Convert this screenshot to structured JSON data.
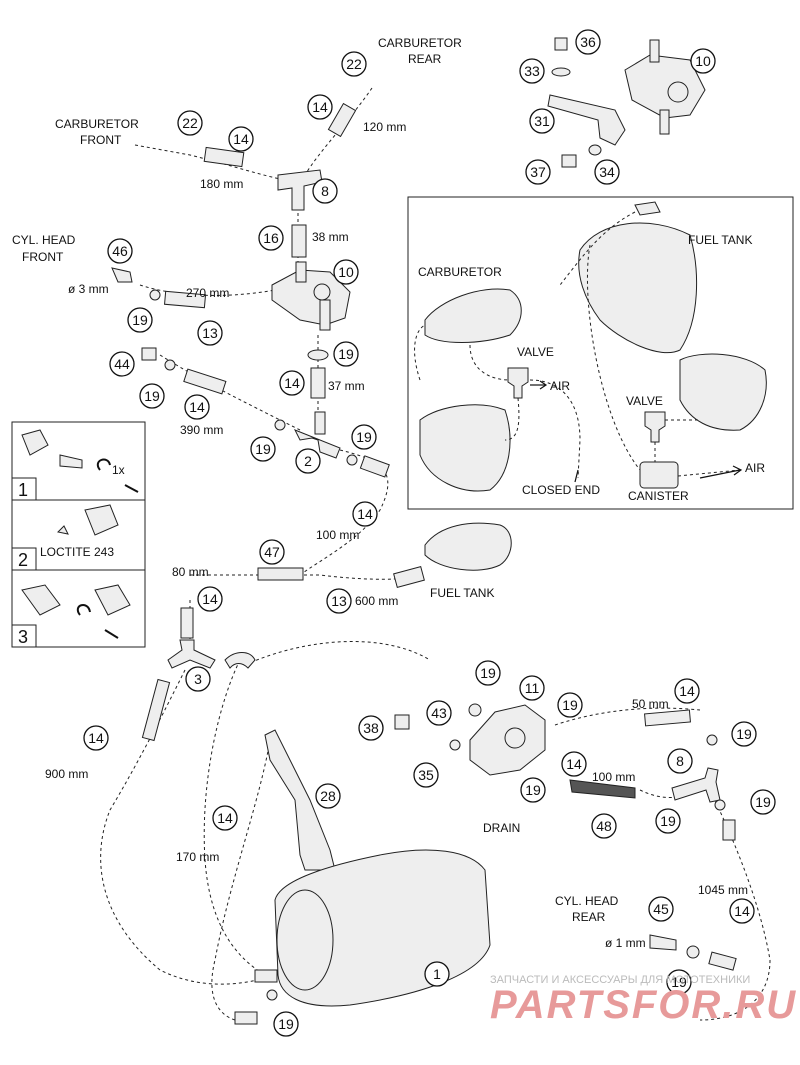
{
  "labels": {
    "carb_rear": [
      "CARBURETOR",
      "REAR"
    ],
    "carb_front": [
      "CARBURETOR",
      "FRONT"
    ],
    "cyl_head_front": [
      "CYL. HEAD",
      "FRONT"
    ],
    "cyl_head_rear": [
      "CYL. HEAD",
      "REAR"
    ],
    "dia_3": "ø 3 mm",
    "dia_1": "ø 1 mm",
    "fuel_tank_inset": "FUEL TANK",
    "fuel_tank_main": "FUEL TANK",
    "carburetor_inset": "CARBURETOR",
    "valve_1": "VALVE",
    "valve_2": "VALVE",
    "air_1": "AIR",
    "air_2": "AIR",
    "closed_end": "CLOSED END",
    "canister": "CANISTER",
    "drain": "DRAIN",
    "loctite": "LOCTITE 243",
    "turn_1x": "1x"
  },
  "lengths": {
    "l120": "120 mm",
    "l180": "180 mm",
    "l38": "38 mm",
    "l270": "270 mm",
    "l37": "37 mm",
    "l390": "390 mm",
    "l100a": "100 mm",
    "l80": "80 mm",
    "l600": "600 mm",
    "l900": "900 mm",
    "l170": "170 mm",
    "l50": "50 mm",
    "l100b": "100 mm",
    "l1045": "1045 mm"
  },
  "steps": [
    "1",
    "2",
    "3"
  ],
  "callouts": [
    {
      "n": "22"
    },
    {
      "n": "14"
    },
    {
      "n": "22"
    },
    {
      "n": "14"
    },
    {
      "n": "8"
    },
    {
      "n": "16"
    },
    {
      "n": "46"
    },
    {
      "n": "10"
    },
    {
      "n": "19"
    },
    {
      "n": "13"
    },
    {
      "n": "19"
    },
    {
      "n": "44"
    },
    {
      "n": "14"
    },
    {
      "n": "19"
    },
    {
      "n": "14"
    },
    {
      "n": "19"
    },
    {
      "n": "2"
    },
    {
      "n": "19"
    },
    {
      "n": "14"
    },
    {
      "n": "47"
    },
    {
      "n": "14"
    },
    {
      "n": "13"
    },
    {
      "n": "3"
    },
    {
      "n": "14"
    },
    {
      "n": "36"
    },
    {
      "n": "33"
    },
    {
      "n": "10"
    },
    {
      "n": "31"
    },
    {
      "n": "37"
    },
    {
      "n": "34"
    },
    {
      "n": "19"
    },
    {
      "n": "11"
    },
    {
      "n": "19"
    },
    {
      "n": "14"
    },
    {
      "n": "43"
    },
    {
      "n": "38"
    },
    {
      "n": "19"
    },
    {
      "n": "8"
    },
    {
      "n": "35"
    },
    {
      "n": "14"
    },
    {
      "n": "19"
    },
    {
      "n": "48"
    },
    {
      "n": "19"
    },
    {
      "n": "19"
    },
    {
      "n": "28"
    },
    {
      "n": "14"
    },
    {
      "n": "45"
    },
    {
      "n": "14"
    },
    {
      "n": "1"
    },
    {
      "n": "19"
    },
    {
      "n": "19"
    }
  ],
  "watermark": {
    "line1": "ЗАПЧАСТИ И АКСЕССУАРЫ ДЛЯ МОТОТЕХНИКИ",
    "line2": "PARTSFOR.RU"
  }
}
